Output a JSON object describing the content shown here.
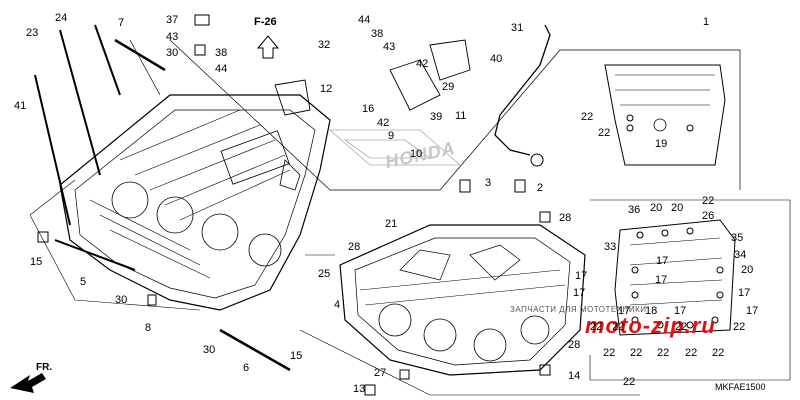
{
  "diagram": {
    "figure_ref": "F-26",
    "diagram_code": "MKFAE1500",
    "direction_label": "FR.",
    "brand_mark": "HONDA",
    "watermark": {
      "text": "moto-zip.ru",
      "subtext": "ЗАПЧАСТИ ДЛЯ МОТОТЕХНИКИ",
      "color": "#e01010"
    },
    "line_color": "#000000"
  },
  "callouts": [
    {
      "id": "c1",
      "number": "1"
    },
    {
      "id": "c2",
      "number": "2"
    },
    {
      "id": "c3",
      "number": "3"
    },
    {
      "id": "c4",
      "number": "4"
    },
    {
      "id": "c5",
      "number": "5"
    },
    {
      "id": "c6",
      "number": "6"
    },
    {
      "id": "c7",
      "number": "7"
    },
    {
      "id": "c8",
      "number": "8"
    },
    {
      "id": "c9",
      "number": "9"
    },
    {
      "id": "c10",
      "number": "10"
    },
    {
      "id": "c11",
      "number": "11"
    },
    {
      "id": "c12",
      "number": "12"
    },
    {
      "id": "c13",
      "number": "13"
    },
    {
      "id": "c14",
      "number": "14"
    },
    {
      "id": "c15a",
      "number": "15"
    },
    {
      "id": "c15b",
      "number": "15"
    },
    {
      "id": "c16",
      "number": "16"
    },
    {
      "id": "c17a",
      "number": "17"
    },
    {
      "id": "c17b",
      "number": "17"
    },
    {
      "id": "c17c",
      "number": "17"
    },
    {
      "id": "c17d",
      "number": "17"
    },
    {
      "id": "c17e",
      "number": "17"
    },
    {
      "id": "c17f",
      "number": "17"
    },
    {
      "id": "c17g",
      "number": "17"
    },
    {
      "id": "c17h",
      "number": "17"
    },
    {
      "id": "c18",
      "number": "18"
    },
    {
      "id": "c19",
      "number": "19"
    },
    {
      "id": "c20a",
      "number": "20"
    },
    {
      "id": "c20b",
      "number": "20"
    },
    {
      "id": "c20c",
      "number": "20"
    },
    {
      "id": "c21",
      "number": "21"
    },
    {
      "id": "c22a",
      "number": "22"
    },
    {
      "id": "c22b",
      "number": "22"
    },
    {
      "id": "c22c",
      "number": "22"
    },
    {
      "id": "c22d",
      "number": "22"
    },
    {
      "id": "c22e",
      "number": "22"
    },
    {
      "id": "c22f",
      "number": "22"
    },
    {
      "id": "c22g",
      "number": "22"
    },
    {
      "id": "c22h",
      "number": "22"
    },
    {
      "id": "c22i",
      "number": "22"
    },
    {
      "id": "c22j",
      "number": "22"
    },
    {
      "id": "c22k",
      "number": "22"
    },
    {
      "id": "c22l",
      "number": "22"
    },
    {
      "id": "c22m",
      "number": "22"
    },
    {
      "id": "c23",
      "number": "23"
    },
    {
      "id": "c24",
      "number": "24"
    },
    {
      "id": "c25",
      "number": "25"
    },
    {
      "id": "c26",
      "number": "26"
    },
    {
      "id": "c27",
      "number": "27"
    },
    {
      "id": "c28a",
      "number": "28"
    },
    {
      "id": "c28b",
      "number": "28"
    },
    {
      "id": "c28c",
      "number": "28"
    },
    {
      "id": "c29",
      "number": "29"
    },
    {
      "id": "c30a",
      "number": "30"
    },
    {
      "id": "c30b",
      "number": "30"
    },
    {
      "id": "c30c",
      "number": "30"
    },
    {
      "id": "c31",
      "number": "31"
    },
    {
      "id": "c32",
      "number": "32"
    },
    {
      "id": "c33",
      "number": "33"
    },
    {
      "id": "c34",
      "number": "34"
    },
    {
      "id": "c35",
      "number": "35"
    },
    {
      "id": "c36",
      "number": "36"
    },
    {
      "id": "c37",
      "number": "37"
    },
    {
      "id": "c38a",
      "number": "38"
    },
    {
      "id": "c38b",
      "number": "38"
    },
    {
      "id": "c39",
      "number": "39"
    },
    {
      "id": "c40",
      "number": "40"
    },
    {
      "id": "c41",
      "number": "41"
    },
    {
      "id": "c42a",
      "number": "42"
    },
    {
      "id": "c42b",
      "number": "42"
    },
    {
      "id": "c43a",
      "number": "43"
    },
    {
      "id": "c43b",
      "number": "43"
    },
    {
      "id": "c44a",
      "number": "44"
    },
    {
      "id": "c44b",
      "number": "44"
    }
  ]
}
